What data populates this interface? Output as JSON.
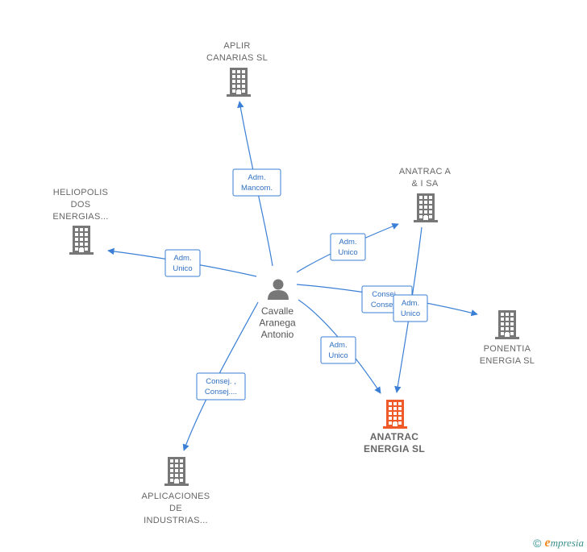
{
  "colors": {
    "edge": "#3a7fd5",
    "company": "#777777",
    "target": "#f05a28",
    "person": "#777777"
  },
  "person": {
    "lines": [
      "Cavalle",
      "Aranega",
      "Antonio"
    ],
    "icon": "person-icon"
  },
  "nodes": [
    {
      "id": "aplir",
      "lines": [
        "APLIR",
        "CANARIAS SL"
      ],
      "icon": "building-icon",
      "target": false
    },
    {
      "id": "heliopolis",
      "lines": [
        "HELIOPOLIS",
        "DOS",
        "ENERGIAS..."
      ],
      "icon": "building-icon",
      "target": false
    },
    {
      "id": "anatrac-ai",
      "lines": [
        "ANATRAC A",
        "& I SA"
      ],
      "icon": "building-icon",
      "target": false
    },
    {
      "id": "ponentia",
      "lines": [
        "PONENTIA",
        "ENERGIA  SL"
      ],
      "icon": "building-icon",
      "target": false
    },
    {
      "id": "anatrac-energia",
      "lines": [
        "ANATRAC",
        "ENERGIA  SL"
      ],
      "icon": "building-icon",
      "target": true
    },
    {
      "id": "aplicaciones",
      "lines": [
        "APLICACIONES",
        "DE",
        "INDUSTRIAS..."
      ],
      "icon": "building-icon",
      "target": false
    }
  ],
  "edges": [
    {
      "to": "aplir",
      "lines": [
        "Adm.",
        "Mancom."
      ]
    },
    {
      "to": "heliopolis",
      "lines": [
        "Adm.",
        "Unico"
      ]
    },
    {
      "to": "anatrac-ai",
      "lines": [
        "Adm.",
        "Unico"
      ]
    },
    {
      "to": "ponentia",
      "lines": [
        "Consej. ,",
        "Consej...."
      ]
    },
    {
      "to": "anatrac-energia",
      "lines": [
        "Adm.",
        "Unico"
      ]
    },
    {
      "to": "aplicaciones",
      "lines": [
        "Consej. ,",
        "Consej...."
      ]
    },
    {
      "from": "anatrac-ai",
      "to": "anatrac-energia",
      "lines": [
        "Adm.",
        "Unico"
      ]
    }
  ],
  "footer": {
    "copyright": "©",
    "brand_first": "e",
    "brand_rest": "mpresia"
  }
}
